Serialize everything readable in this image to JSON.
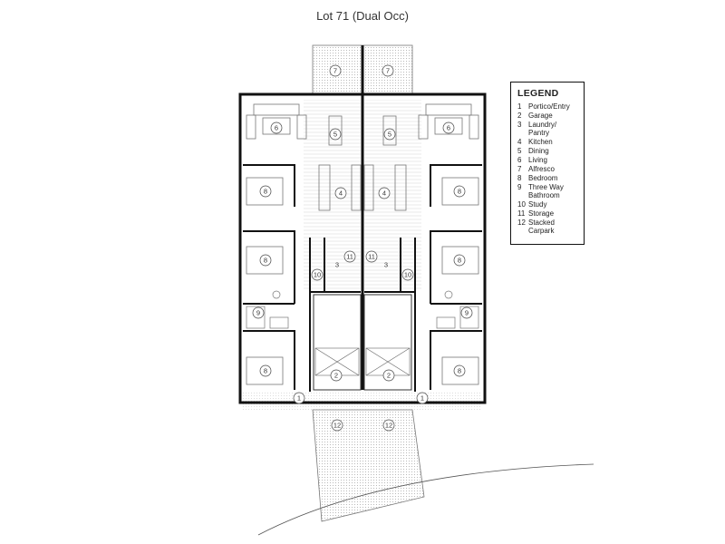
{
  "title": "Lot 71 (Dual Occ)",
  "legend": {
    "heading": "LEGEND",
    "items": [
      {
        "num": "1",
        "label": "Portico/Entry"
      },
      {
        "num": "2",
        "label": "Garage"
      },
      {
        "num": "3",
        "label": "Laundry/ Pantry"
      },
      {
        "num": "4",
        "label": "Kitchen"
      },
      {
        "num": "5",
        "label": "Dining"
      },
      {
        "num": "6",
        "label": "Living"
      },
      {
        "num": "7",
        "label": "Alfresco"
      },
      {
        "num": "8",
        "label": "Bedroom"
      },
      {
        "num": "9",
        "label": "Three Way Bathroom"
      },
      {
        "num": "10",
        "label": "Study"
      },
      {
        "num": "11",
        "label": "Storage"
      },
      {
        "num": "12",
        "label": "Stacked Carpark"
      }
    ]
  },
  "room_markers": {
    "portico": "1",
    "garage": "2",
    "laundry": "3",
    "kitchen": "4",
    "dining": "5",
    "living": "6",
    "alfresco": "7",
    "bedroom": "8",
    "bathroom": "9",
    "study": "10",
    "storage": "11",
    "carpark": "12"
  },
  "colors": {
    "wall": "#111111",
    "hatch": "#bbbbbb",
    "line": "#888888"
  }
}
